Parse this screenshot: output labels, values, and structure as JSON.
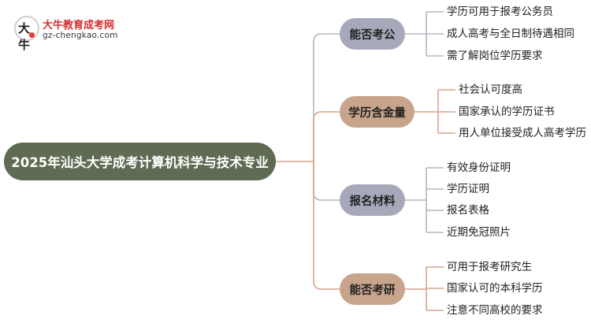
{
  "logo": {
    "glyph": "大牛",
    "title": "大牛教育成考网",
    "url": "gz-chengkao.com"
  },
  "mindmap": {
    "root": "2025年汕头大学成考计算机科学与技术专业",
    "branches": [
      {
        "label": "能否考公",
        "children": [
          "学历可用于报考公务员",
          "成人高考与全日制待遇相同",
          "需了解岗位学历要求"
        ]
      },
      {
        "label": "学历含金量",
        "children": [
          "社会认可度高",
          "国家承认的学历证书",
          "用人单位接受成人高考学历"
        ]
      },
      {
        "label": "报名材料",
        "children": [
          "有效身份证明",
          "学历证明",
          "报名表格",
          "近期免冠照片"
        ]
      },
      {
        "label": "能否考研",
        "children": [
          "可用于报考研究生",
          "国家认可的本科学历",
          "注意不同高校的要求"
        ]
      }
    ]
  },
  "colors": {
    "root_fill": "#5f6b52",
    "branch_gray": "#a7a9bb",
    "branch_tan": "#c9a48c",
    "connector_root": "#d7a48c",
    "connector_gray": "#b5b6c4",
    "connector_tan": "#d7a48c"
  }
}
